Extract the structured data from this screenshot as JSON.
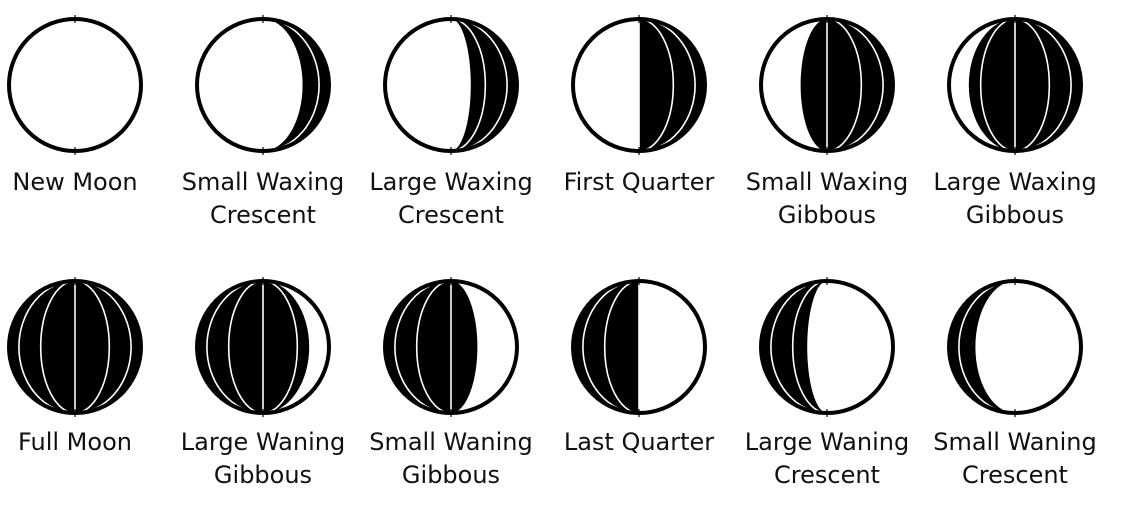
{
  "phases": [
    {
      "label_lines": [
        "New Moon"
      ],
      "lit_side": "none",
      "fraction": 0.0
    },
    {
      "label_lines": [
        "Small Waxing",
        "Crescent"
      ],
      "lit_side": "right",
      "fraction": 0.2
    },
    {
      "label_lines": [
        "Large Waxing",
        "Crescent"
      ],
      "lit_side": "right",
      "fraction": 0.35
    },
    {
      "label_lines": [
        "First Quarter"
      ],
      "lit_side": "right",
      "fraction": 0.5
    },
    {
      "label_lines": [
        "Small Waxing",
        "Gibbous"
      ],
      "lit_side": "right",
      "fraction": 0.7
    },
    {
      "label_lines": [
        "Large Waxing",
        "Gibbous"
      ],
      "lit_side": "right",
      "fraction": 0.85
    },
    {
      "label_lines": [
        "Full Moon"
      ],
      "lit_side": "full",
      "fraction": 1.0
    },
    {
      "label_lines": [
        "Large Waning",
        "Gibbous"
      ],
      "lit_side": "left",
      "fraction": 0.85
    },
    {
      "label_lines": [
        "Small Waning",
        "Gibbous"
      ],
      "lit_side": "left",
      "fraction": 0.7
    },
    {
      "label_lines": [
        "Last Quarter"
      ],
      "lit_side": "left",
      "fraction": 0.5
    },
    {
      "label_lines": [
        "Large Waning",
        "Crescent"
      ],
      "lit_side": "left",
      "fraction": 0.35
    },
    {
      "label_lines": [
        "Small Waning",
        "Crescent"
      ],
      "lit_side": "left",
      "fraction": 0.2
    }
  ],
  "colors": {
    "dark": "#000000",
    "light": "#ffffff",
    "outline": "#000000"
  }
}
